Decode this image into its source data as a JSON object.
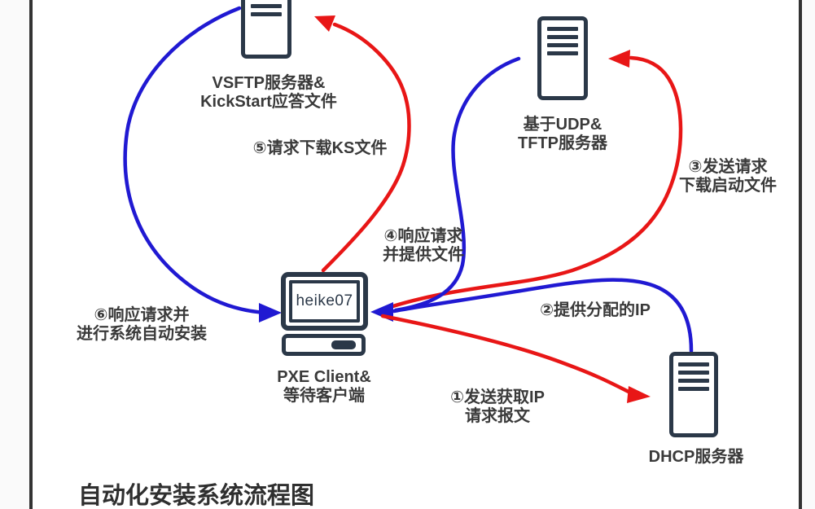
{
  "colors": {
    "icon_dark": "#2b3848",
    "accent_red": "#e81616",
    "accent_blue": "#2019d2",
    "text_color": "#3a3a3a",
    "frame_line": "#333333",
    "outer_bg": "#fafafa",
    "canvas_bg": "#ffffff"
  },
  "title": "自动化安装系统流程图",
  "nodes": {
    "vsftp": {
      "line1": "VSFTP服务器&",
      "line2": "KickStart应答文件"
    },
    "tftp": {
      "line1": "基于UDP&",
      "line2": "TFTP服务器"
    },
    "client": {
      "screen_text": "heike07",
      "line1": "PXE Client&",
      "line2": "等待客户端"
    },
    "dhcp": {
      "label": "DHCP服务器"
    }
  },
  "arrows": {
    "step1": {
      "color": "red",
      "line1": "①发送获取IP",
      "line2": "请求报文"
    },
    "step2": {
      "color": "blue",
      "line1": "②提供分配的IP"
    },
    "step3": {
      "color": "red",
      "line1": "③发送请求",
      "line2": "下载启动文件"
    },
    "step4": {
      "color": "blue",
      "line1": "④响应请求",
      "line2": "并提供文件"
    },
    "step5": {
      "color": "red",
      "line1": "⑤请求下载KS文件"
    },
    "step6": {
      "color": "blue",
      "line1": "⑥响应请求并",
      "line2": "进行系统自动安装"
    }
  }
}
